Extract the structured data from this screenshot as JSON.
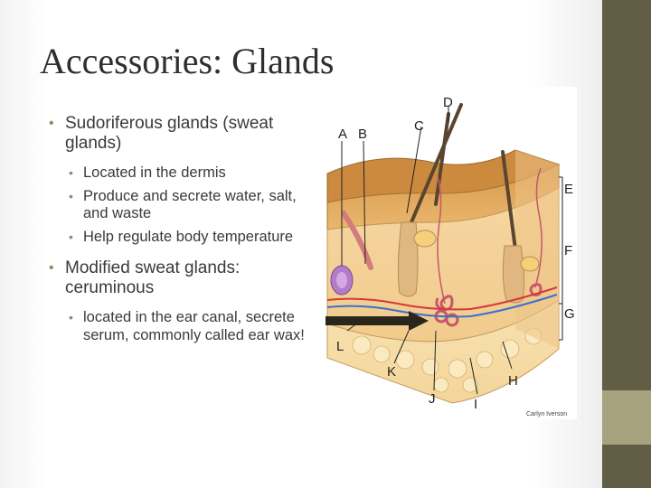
{
  "slide": {
    "title": "Accessories: Glands",
    "bullets": [
      {
        "text": "Sudoriferous glands (sweat glands)",
        "sub": [
          "Located in the dermis",
          "Produce and secrete water, salt, and waste",
          "Help regulate body temperature"
        ]
      },
      {
        "text": "Modified sweat glands: ceruminous",
        "sub": [
          "located in the ear canal, secrete serum, commonly called ear wax!"
        ]
      }
    ]
  },
  "diagram": {
    "labels": {
      "A": "A",
      "B": "B",
      "C": "C",
      "D": "D",
      "E": "E",
      "F": "F",
      "G": "G",
      "H": "H",
      "I": "I",
      "J": "J",
      "K": "K",
      "L": "L"
    },
    "credit": "Carlyn Iverson"
  },
  "colors": {
    "accent_dark": "#625d45",
    "accent_light": "#a6a37e",
    "bullet": "#8f8b6a",
    "text": "#3a3a3a"
  }
}
